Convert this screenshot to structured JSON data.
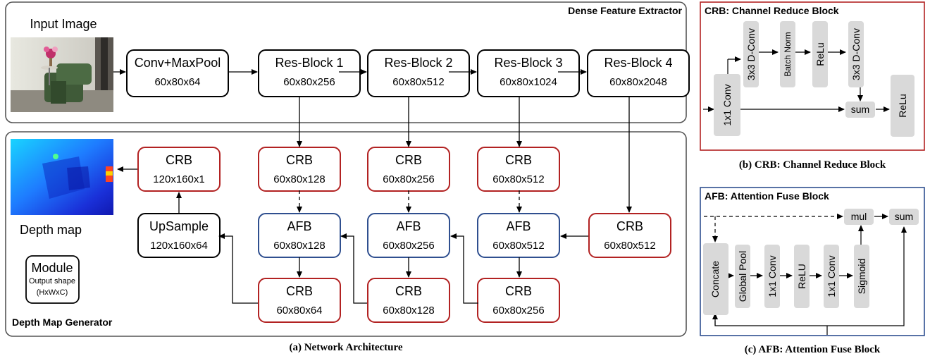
{
  "captions": {
    "a": "(a) Network Architecture",
    "b": "(b) CRB: Channel Reduce Block",
    "c": "(c) AFB: Attention Fuse Block"
  },
  "sections": {
    "extractor": "Dense Feature Extractor",
    "generator": "Depth Map Generator",
    "crb_panel": "CRB: Channel Reduce Block",
    "afb_panel": "AFB: Attention Fuse Block"
  },
  "images": {
    "input_label": "Input Image",
    "depth_label": "Depth map"
  },
  "legend": {
    "module": "Module",
    "output": "Output shape",
    "hwc": "(HxWxC)"
  },
  "extractor_blocks": [
    {
      "title": "Conv+MaxPool",
      "shape": "60x80x64"
    },
    {
      "title": "Res-Block 1",
      "shape": "60x80x256"
    },
    {
      "title": "Res-Block 2",
      "shape": "60x80x512"
    },
    {
      "title": "Res-Block 3",
      "shape": "60x80x1024"
    },
    {
      "title": "Res-Block 4",
      "shape": "60x80x2048"
    }
  ],
  "crb_top": [
    {
      "title": "CRB",
      "shape": "120x160x1"
    },
    {
      "title": "CRB",
      "shape": "60x80x128"
    },
    {
      "title": "CRB",
      "shape": "60x80x256"
    },
    {
      "title": "CRB",
      "shape": "60x80x512"
    }
  ],
  "afb": [
    {
      "title": "AFB",
      "shape": "60x80x128"
    },
    {
      "title": "AFB",
      "shape": "60x80x256"
    },
    {
      "title": "AFB",
      "shape": "60x80x512"
    }
  ],
  "crb_right": {
    "title": "CRB",
    "shape": "60x80x512"
  },
  "upsample": {
    "title": "UpSample",
    "shape": "120x160x64"
  },
  "crb_bottom": [
    {
      "title": "CRB",
      "shape": "60x80x64"
    },
    {
      "title": "CRB",
      "shape": "60x80x128"
    },
    {
      "title": "CRB",
      "shape": "60x80x256"
    }
  ],
  "crb_detail": {
    "conv1": "1x1 Conv",
    "dconv1": "3x3 D-Conv",
    "bn": "Batch Norm",
    "relu": "ReLu",
    "dconv2": "3x3 D-Conv",
    "sum": "sum",
    "relu_out": "ReLu"
  },
  "afb_detail": {
    "concat": "Concate",
    "gpool": "Global Pool",
    "conv1": "1x1 Conv",
    "relu": "ReLU",
    "conv2": "1x1 Conv",
    "sigmoid": "Sigmoid",
    "mul": "mul",
    "sum": "sum"
  },
  "colors": {
    "crb_border": "#b22222",
    "afb_border": "#2f4f8f",
    "panel_border": "#555555",
    "gray_block": "#d9d9d9"
  }
}
